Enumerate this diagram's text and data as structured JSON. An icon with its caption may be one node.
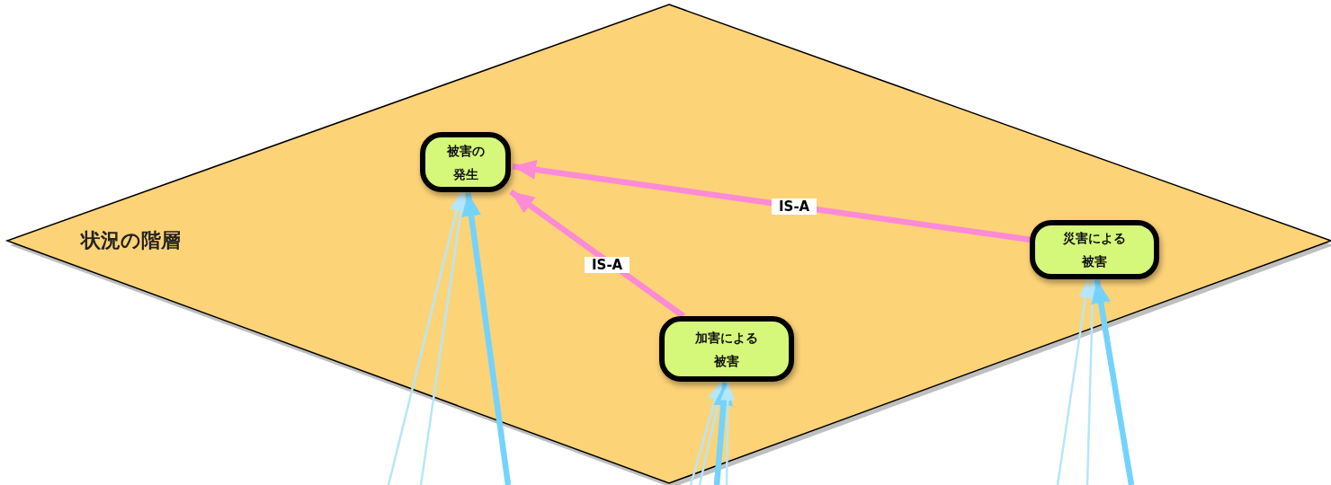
{
  "diagram": {
    "nodes": [
      {
        "text": [
          "状況の階層"
        ]
      },
      {
        "text": [
          "被害の発生"
        ],
        "in": 0
      },
      {
        "text": [
          "加害による被害"
        ],
        "in": 0
      },
      {
        "text": [
          "災害による被害"
        ],
        "in": 0
      }
    ],
    "edges": [
      {
        "from": 3,
        "to": 1,
        "arrow": "to",
        "label": "IS-A",
        "color": "#fb8ad7",
        "style": "thick"
      },
      {
        "from": 2,
        "to": 1,
        "arrow": "to",
        "label": "IS-A",
        "color": "#fb8ad7",
        "style": "thick"
      },
      {
        "from": null,
        "to": 1,
        "arrow": "to",
        "color": "#b5e6fb"
      },
      {
        "from": null,
        "to": 1,
        "arrow": "to",
        "color": "#b5e6fb"
      },
      {
        "from": null,
        "to": 1,
        "arrow": "to",
        "color": "#74d3fc",
        "style": "thick"
      },
      {
        "from": null,
        "to": 2,
        "arrow": "to",
        "color": "#b5e6fb"
      },
      {
        "from": null,
        "to": 2,
        "arrow": "to",
        "color": "#b5e6fb"
      },
      {
        "from": null,
        "to": 2,
        "arrow": "to",
        "color": "#74d3fc",
        "style": "thick"
      },
      {
        "from": null,
        "to": 2,
        "arrow": "to",
        "color": "#b5e6fb"
      },
      {
        "from": null,
        "to": 3,
        "arrow": "to",
        "color": "#b5e6fb"
      },
      {
        "from": null,
        "to": 3,
        "arrow": "to",
        "color": "#b5e6fb"
      },
      {
        "from": null,
        "to": 3,
        "arrow": "to",
        "color": "#74d3fc",
        "style": "thick"
      }
    ]
  }
}
